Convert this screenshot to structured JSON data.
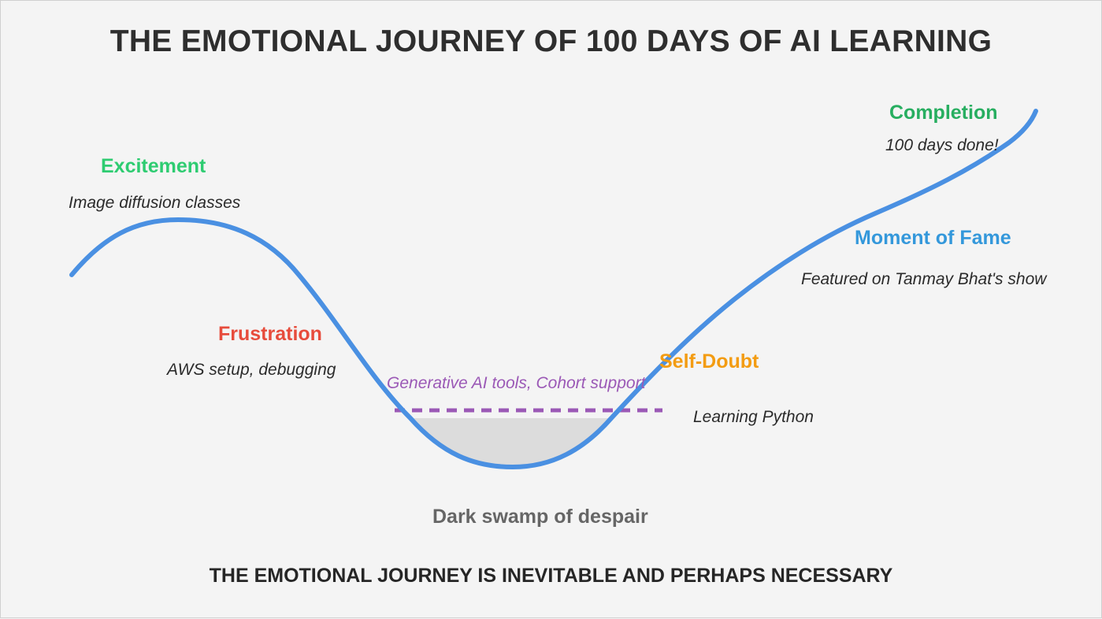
{
  "title": "THE EMOTIONAL JOURNEY OF 100 DAYS OF AI LEARNING",
  "footer": "THE EMOTIONAL JOURNEY IS INEVITABLE AND PERHAPS NECESSARY",
  "stages": {
    "excitement": {
      "label": "Excitement",
      "note": "Image diffusion classes",
      "color": "#2ecc71"
    },
    "frustration": {
      "label": "Frustration",
      "note": "AWS setup, debugging",
      "color": "#e74c3c"
    },
    "self_doubt": {
      "label": "Self-Doubt",
      "note": "Learning Python",
      "color": "#f39c12"
    },
    "moment_of_fame": {
      "label": "Moment of Fame",
      "note": "Featured on Tanmay Bhat's show",
      "color": "#3498db"
    },
    "completion": {
      "label": "Completion",
      "note": "100 days done!",
      "color": "#27ae60"
    }
  },
  "support": {
    "text": "Generative AI tools, Cohort support",
    "color": "#9b59b6"
  },
  "swamp": {
    "label": "Dark swamp of despair"
  },
  "colors": {
    "curve": "#4a90e2",
    "swamp_fill": "#dcdcdc",
    "swamp_edge": "#555555"
  }
}
